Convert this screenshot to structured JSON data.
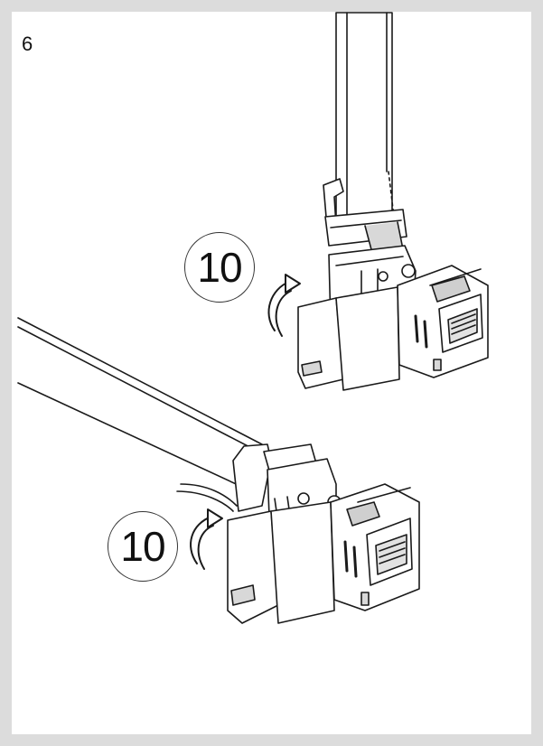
{
  "step": {
    "number": "6"
  },
  "torque_labels": [
    {
      "value": "10"
    },
    {
      "value": "10"
    }
  ],
  "icons": {
    "rotate_arrow": "curved-arrow-icon",
    "connector": "keystone-jack-icon"
  },
  "colors": {
    "border": "#dcdcdc",
    "panel": "#ffffff",
    "line": "#1a1a1a",
    "shade": "#bfbfbf"
  }
}
